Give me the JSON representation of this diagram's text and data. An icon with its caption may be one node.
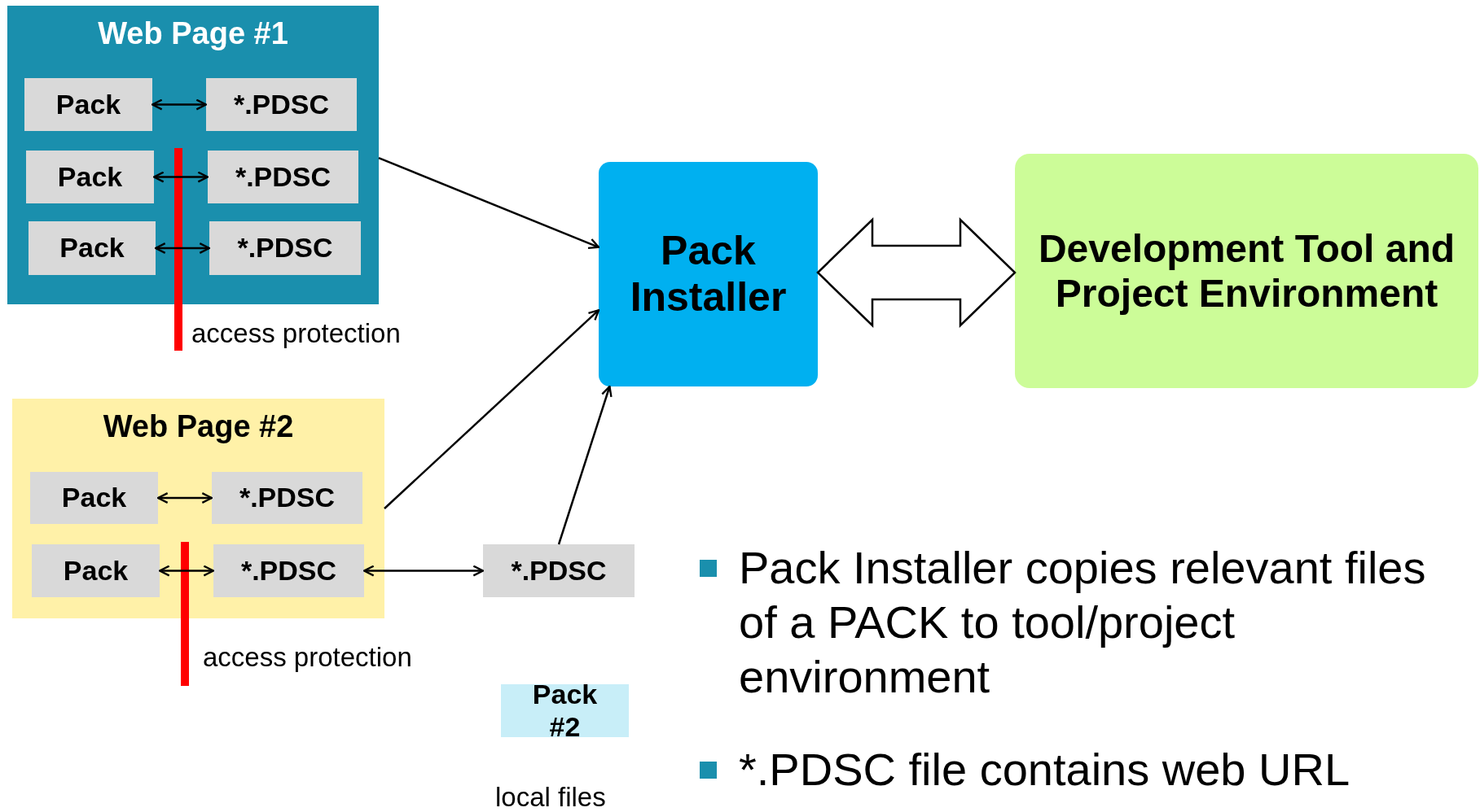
{
  "diagram": {
    "nodes": [
      {
        "text": [
          "Web Page #1"
        ]
      },
      {
        "text": [
          "Pack"
        ],
        "in": 0
      },
      {
        "text": [
          "*.PDSC"
        ],
        "in": 0
      },
      {
        "text": [
          "Pack"
        ],
        "in": 0
      },
      {
        "text": [
          "*.PDSC"
        ],
        "in": 0
      },
      {
        "text": [
          "Pack"
        ],
        "in": 0
      },
      {
        "text": [
          "*.PDSC"
        ],
        "in": 0
      },
      {
        "text": [
          "Pack Installer"
        ]
      },
      {
        "text": [
          "Development Tool and Project Environment"
        ]
      },
      {
        "text": [
          "Web Page #2"
        ]
      },
      {
        "text": [
          "Pack"
        ],
        "in": 9
      },
      {
        "text": [
          "*.PDSC"
        ],
        "in": 9
      },
      {
        "text": [
          "Pack"
        ],
        "in": 9
      },
      {
        "text": [
          "*.PDSC"
        ],
        "in": 9
      },
      {
        "text": [
          "*.PDSC"
        ]
      },
      {
        "text": [
          "Pack #2"
        ]
      }
    ],
    "edges": [
      {
        "from": 1,
        "to": 2,
        "arrow": "both"
      },
      {
        "from": 3,
        "to": 4,
        "arrow": "both"
      },
      {
        "from": 5,
        "to": 6,
        "arrow": "both"
      },
      {
        "from": 10,
        "to": 11,
        "arrow": "both"
      },
      {
        "from": 12,
        "to": 13,
        "arrow": "both"
      },
      {
        "from": 0,
        "to": 7,
        "arrow": "to"
      },
      {
        "from": 9,
        "to": 7,
        "arrow": "to"
      },
      {
        "from": 14,
        "to": 7,
        "arrow": "to"
      },
      {
        "from": 13,
        "to": 14,
        "arrow": "both"
      },
      {
        "from": 7,
        "to": 8,
        "arrow": "both",
        "style": "thick"
      }
    ],
    "labels": [
      "access protection",
      "access protection",
      "local files",
      "Pack Installer copies relevant files of a PACK to tool/project environment",
      "*.PDSC file contains web URL"
    ]
  }
}
